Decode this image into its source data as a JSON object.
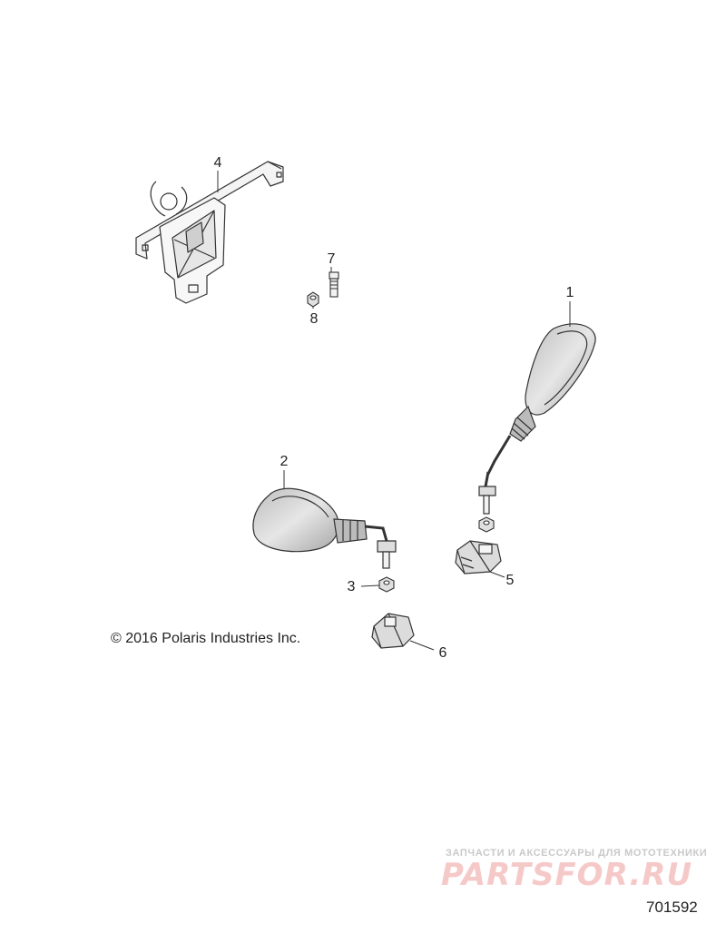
{
  "callouts": {
    "c1": "1",
    "c2": "2",
    "c3": "3",
    "c4": "4",
    "c5": "5",
    "c6": "6",
    "c7": "7",
    "c8": "8"
  },
  "copyright": "© 2016 Polaris Industries Inc.",
  "part_number": "701592",
  "watermark": {
    "text": "ЗАПЧАСТИ И АКСЕССУАРЫ ДЛЯ МОТОТЕХНИКИ",
    "logo": "PARTSFOR.RU"
  },
  "colors": {
    "line": "#333333",
    "shade": "#d9d9d9",
    "watermark_logo": "#f6c9c9"
  }
}
